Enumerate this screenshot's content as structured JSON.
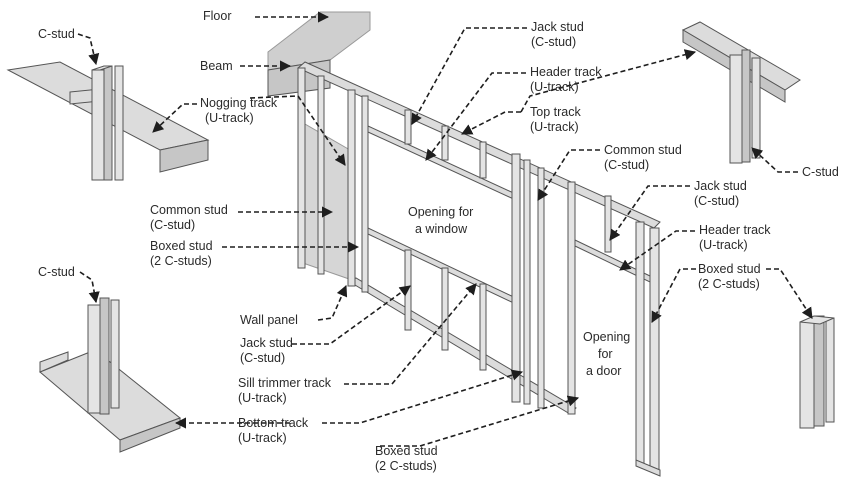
{
  "labels": {
    "floor": "Floor",
    "beam": "Beam",
    "c_stud_top_left": "C-stud",
    "nogging_track": [
      "Nogging track",
      "(U-track)"
    ],
    "common_stud_left": [
      "Common stud",
      "(C-stud)"
    ],
    "boxed_stud_left": [
      "Boxed stud",
      "(2 C-studs)"
    ],
    "c_stud_bottom_left": "C-stud",
    "wall_panel": "Wall panel",
    "jack_stud_lower": [
      "Jack stud",
      "(C-stud)"
    ],
    "sill_trimmer_track": [
      "Sill trimmer track",
      "(U-track)"
    ],
    "bottom_track": [
      "Bottom track",
      "(U-track)"
    ],
    "boxed_stud_bottom": [
      "Boxed stud",
      "(2 C-studs)"
    ],
    "jack_stud_top": [
      "Jack stud",
      "(C-stud)"
    ],
    "header_track_top": [
      "Header track",
      "(U-track)"
    ],
    "top_track": [
      "Top track",
      "(U-track)"
    ],
    "common_stud_mid": [
      "Common stud",
      "(C-stud)"
    ],
    "c_stud_right": "C-stud",
    "jack_stud_right": [
      "Jack stud",
      "(C-stud)"
    ],
    "header_track_right": [
      "Header track",
      "(U-track)"
    ],
    "boxed_stud_right": [
      "Boxed stud",
      "(2 C-studs)"
    ],
    "opening_window": [
      "Opening for",
      "a window"
    ],
    "opening_door": [
      "Opening",
      "for",
      "a door"
    ]
  }
}
